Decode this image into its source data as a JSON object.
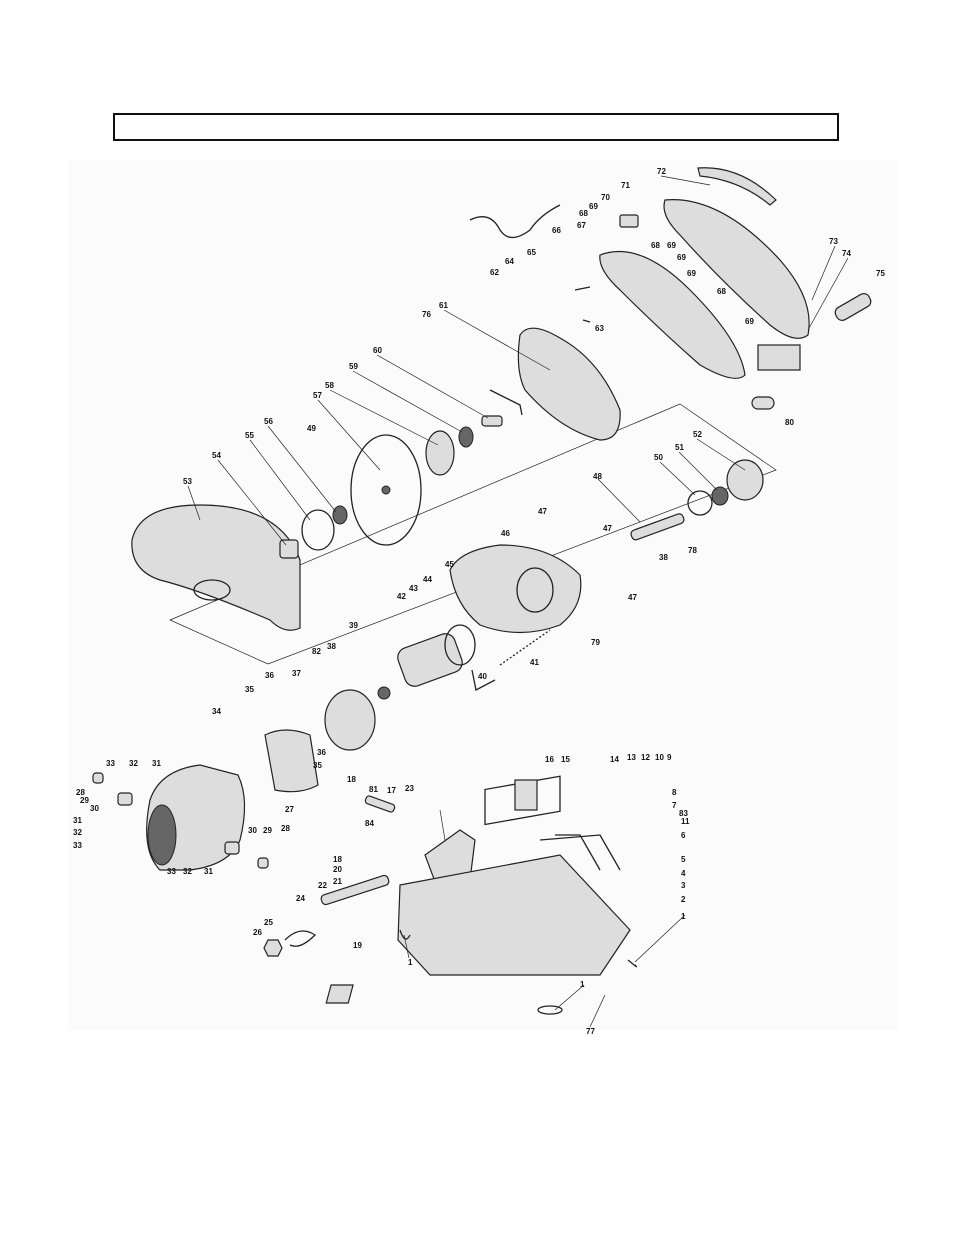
{
  "header": {
    "title": ""
  },
  "callouts": [
    "1",
    "2",
    "3",
    "4",
    "5",
    "6",
    "7",
    "8",
    "9",
    "10",
    "11",
    "12",
    "13",
    "14",
    "15",
    "16",
    "17",
    "18",
    "19",
    "20",
    "21",
    "22",
    "23",
    "24",
    "25",
    "26",
    "27",
    "28",
    "29",
    "30",
    "31",
    "32",
    "33",
    "34",
    "35",
    "36",
    "37",
    "38",
    "39",
    "40",
    "41",
    "42",
    "43",
    "44",
    "45",
    "46",
    "47",
    "48",
    "49",
    "50",
    "51",
    "52",
    "53",
    "54",
    "55",
    "56",
    "57",
    "58",
    "59",
    "60",
    "61",
    "62",
    "63",
    "64",
    "65",
    "66",
    "67",
    "68",
    "69",
    "70",
    "71",
    "72",
    "73",
    "74",
    "75",
    "76",
    "77",
    "78",
    "79",
    "80",
    "81",
    "82",
    "83",
    "84"
  ]
}
